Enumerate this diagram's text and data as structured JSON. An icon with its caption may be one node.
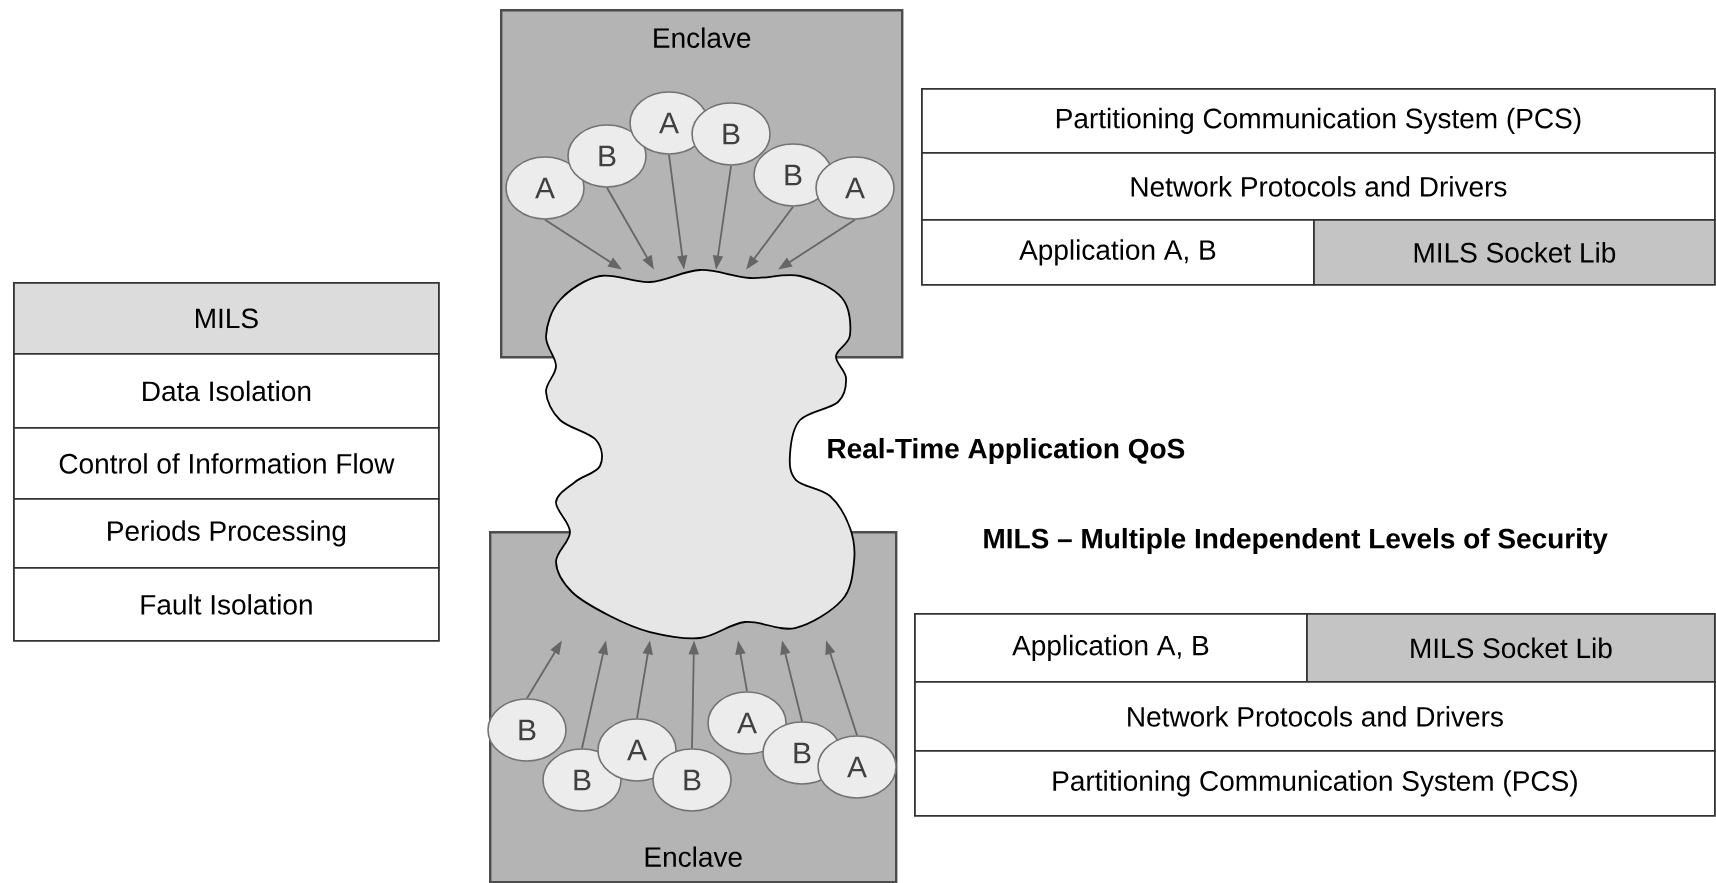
{
  "diagram": {
    "nodes": [
      {
        "text": [
          "Enclave"
        ]
      },
      {
        "text": [
          "A"
        ],
        "in": 0
      },
      {
        "text": [
          "B"
        ],
        "in": 0
      },
      {
        "text": [
          "A"
        ],
        "in": 0
      },
      {
        "text": [
          "B"
        ],
        "in": 0
      },
      {
        "text": [
          "B"
        ],
        "in": 0
      },
      {
        "text": [
          "A"
        ],
        "in": 0
      },
      {
        "text": [],
        "shape": "cloud"
      },
      {
        "text": [
          "Enclave"
        ]
      },
      {
        "text": [
          "B"
        ],
        "in": 8
      },
      {
        "text": [
          "B"
        ],
        "in": 8
      },
      {
        "text": [
          "A"
        ],
        "in": 8
      },
      {
        "text": [
          "B"
        ],
        "in": 8
      },
      {
        "text": [
          "A"
        ],
        "in": 8
      },
      {
        "text": [
          "B"
        ],
        "in": 8
      },
      {
        "text": [
          "A"
        ],
        "in": 8
      },
      {
        "text": [
          "Partitioning Communication System (PCS)"
        ]
      },
      {
        "text": [
          "Network Protocols and Drivers"
        ]
      },
      {
        "text": [
          "Application A, B"
        ]
      },
      {
        "text": [
          "MILS Socket Lib"
        ]
      },
      {
        "text": [
          "MILS"
        ]
      },
      {
        "text": [
          "Data Isolation"
        ]
      },
      {
        "text": [
          "Control of Information Flow"
        ]
      },
      {
        "text": [
          "Periods Processing"
        ]
      },
      {
        "text": [
          "Fault Isolation"
        ]
      },
      {
        "text": [
          "Application A, B"
        ]
      },
      {
        "text": [
          "MILS Socket Lib"
        ]
      },
      {
        "text": [
          "Network Protocols and Drivers"
        ]
      },
      {
        "text": [
          "Partitioning Communication System (PCS)"
        ]
      }
    ],
    "edges": [
      {
        "from": 1,
        "to": 7,
        "arrow": "to"
      },
      {
        "from": 2,
        "to": 7,
        "arrow": "to"
      },
      {
        "from": 3,
        "to": 7,
        "arrow": "to"
      },
      {
        "from": 4,
        "to": 7,
        "arrow": "to"
      },
      {
        "from": 5,
        "to": 7,
        "arrow": "to"
      },
      {
        "from": 6,
        "to": 7,
        "arrow": "to"
      },
      {
        "from": 9,
        "to": 7,
        "arrow": "to"
      },
      {
        "from": 10,
        "to": 7,
        "arrow": "to"
      },
      {
        "from": 11,
        "to": 7,
        "arrow": "to"
      },
      {
        "from": 12,
        "to": 7,
        "arrow": "to"
      },
      {
        "from": 13,
        "to": 7,
        "arrow": "to"
      },
      {
        "from": 14,
        "to": 7,
        "arrow": "to"
      },
      {
        "from": 15,
        "to": 7,
        "arrow": "to"
      }
    ],
    "labels": [
      "Real-Time Application QoS",
      "MILS – Multiple Independent Levels of Security"
    ]
  }
}
